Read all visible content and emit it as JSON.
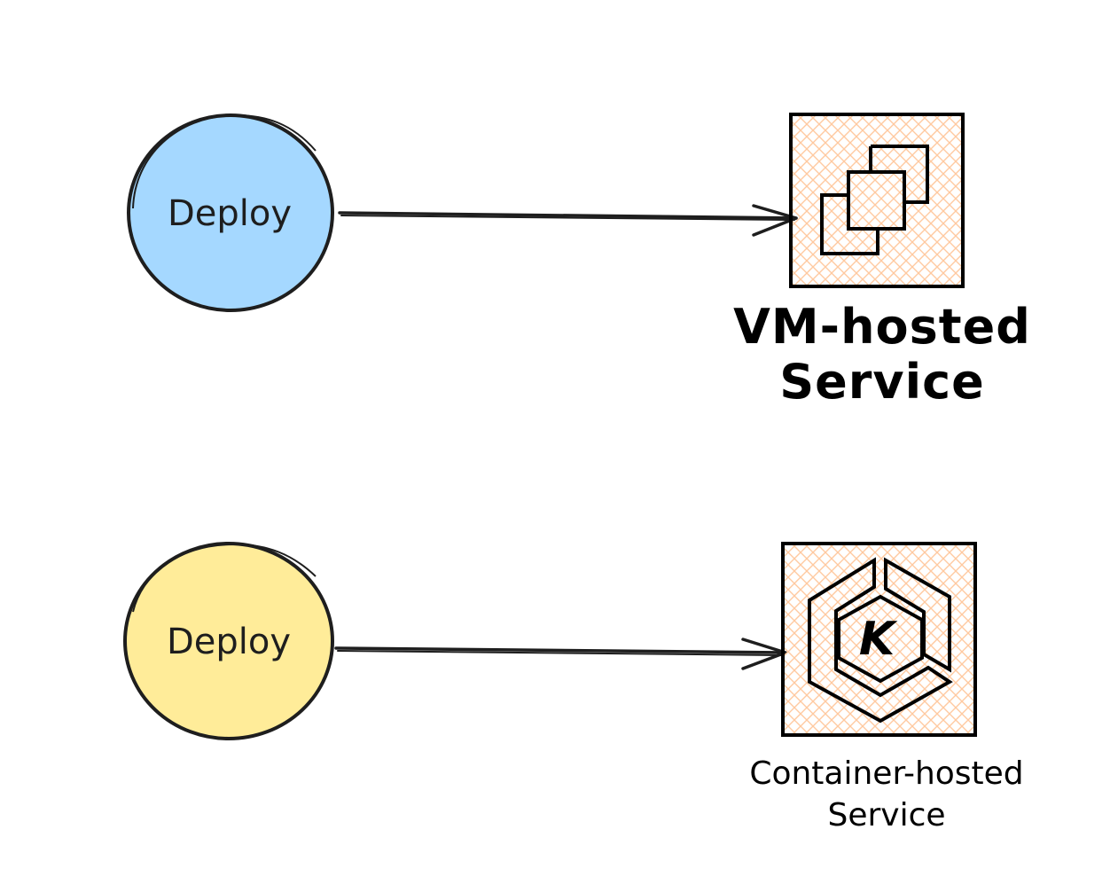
{
  "nodes": {
    "deploy_top": {
      "label": "Deploy",
      "fill": "#a5d8ff",
      "stroke": "#1e1e1e"
    },
    "deploy_bottom": {
      "label": "Deploy",
      "fill": "#ffec99",
      "stroke": "#1e1e1e"
    }
  },
  "services": {
    "vm": {
      "icon": "vm-stack-icon",
      "caption_line1": "VM-hosted",
      "caption_line2": "Service",
      "hatch_color": "#ffc9a0"
    },
    "container": {
      "icon": "kubernetes-hexagon-icon",
      "icon_letter": "K",
      "caption_line1": "Container-hosted",
      "caption_line2": "Service",
      "hatch_color": "#ffc9a0"
    }
  },
  "edge_color": "#1e1e1e"
}
